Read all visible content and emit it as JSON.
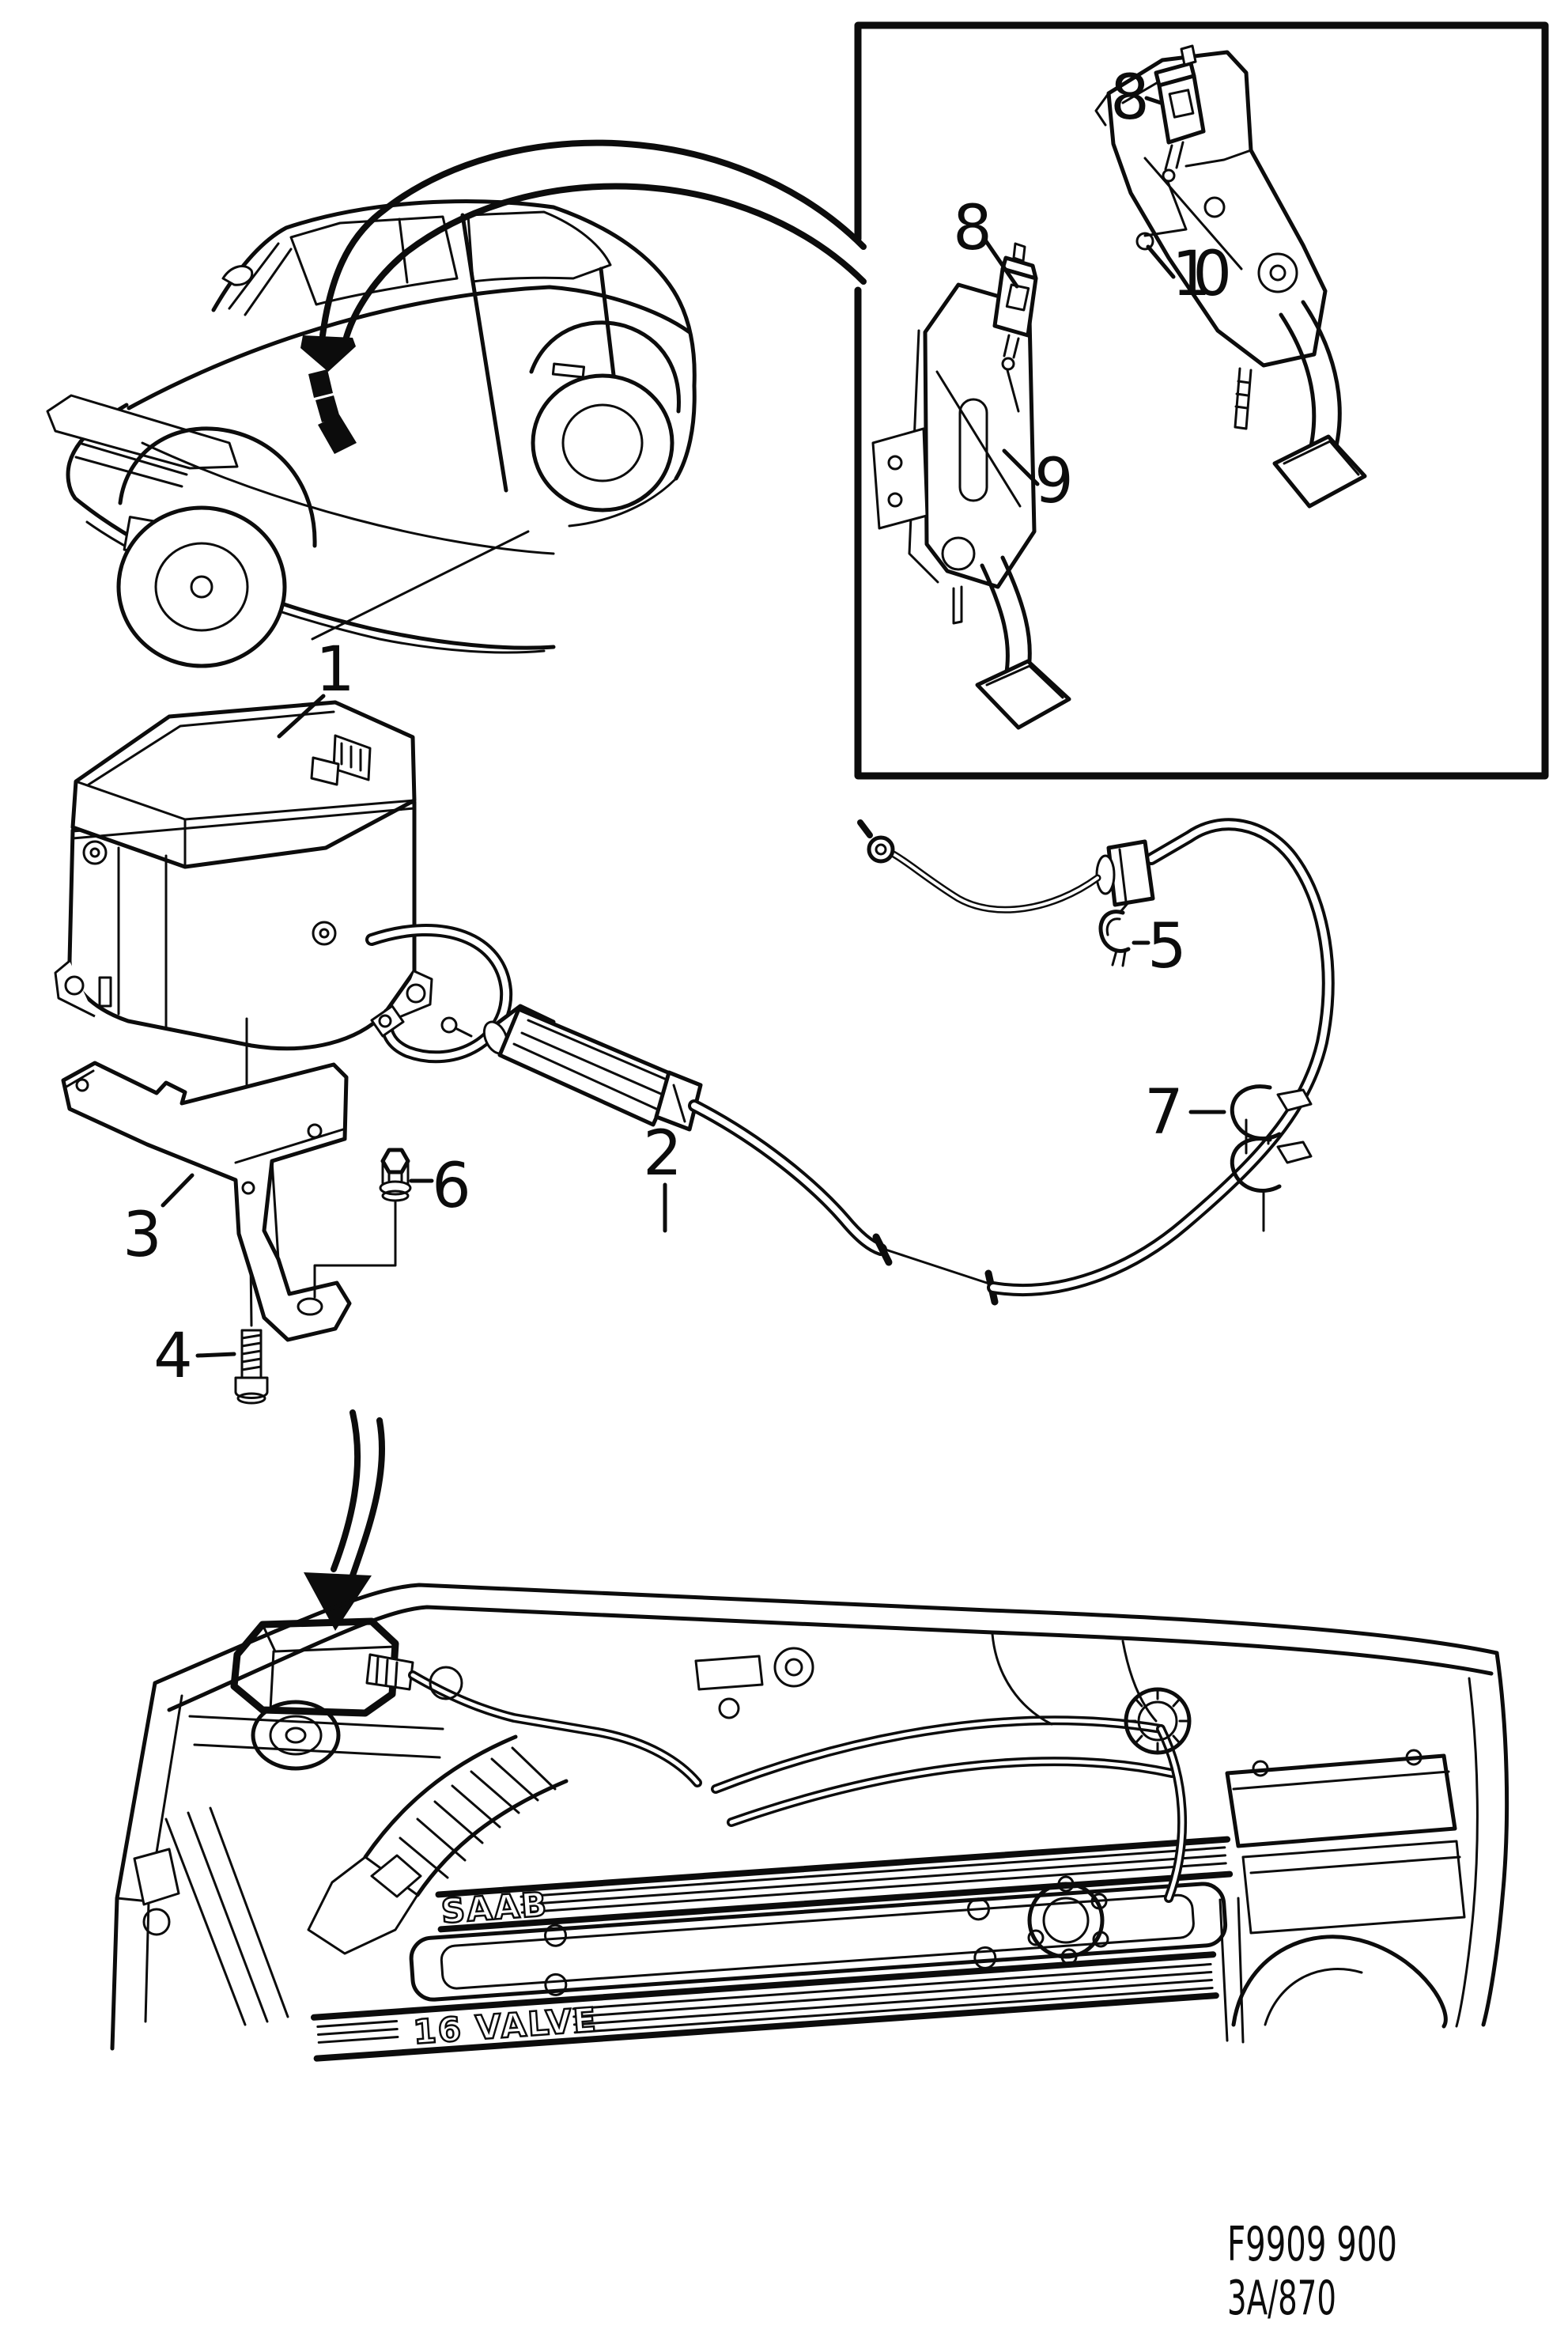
{
  "figure": {
    "callouts": {
      "n1": "1",
      "n2": "2",
      "n3": "3",
      "n4": "4",
      "n5": "5",
      "n6": "6",
      "n7": "7",
      "n8_pedal_left": "8",
      "n8_pedal_right": "8",
      "n9": "9",
      "n10": "10"
    },
    "engine_markings": {
      "valve_cover_brand": "SAAB",
      "valve_cover_label": "16 VALVE"
    },
    "footer": {
      "figure_number": "F9909 900",
      "section_code": "3A/870"
    }
  }
}
